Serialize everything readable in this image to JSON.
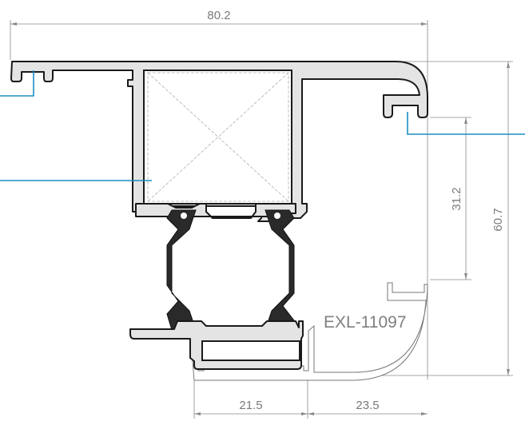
{
  "drawing": {
    "profile_code": "EXL-11097",
    "dimensions": {
      "overall_width": "80.2",
      "overall_height": "60.7",
      "clip_spacing": "31.2",
      "bottom_left": "21.5",
      "bottom_right": "23.5"
    },
    "colors": {
      "callout": "#1b8dc2",
      "dimension": "#8a8a8a",
      "profile_fill": "#e4e4e4"
    }
  }
}
